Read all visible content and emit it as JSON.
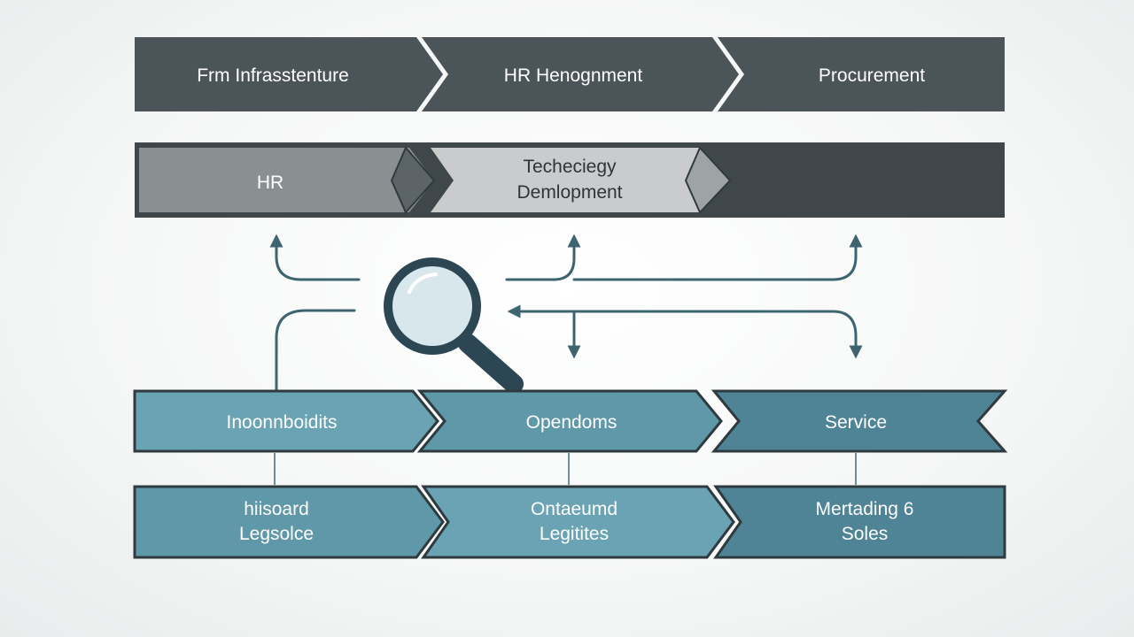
{
  "diagram": {
    "colors": {
      "dark_band": "#4b5458",
      "mid_gray": "#8a9092",
      "light_gray": "#c9cbcc",
      "teal": "#5f98a8",
      "teal_light": "#6aa3b3",
      "teal_dark": "#4f8496",
      "outline": "#2f3a3f",
      "connector": "#3e6470",
      "magnifier": "#2c4653"
    },
    "rows": {
      "infrastructure": {
        "segments": [
          {
            "label": "Frm Infrasstenture"
          },
          {
            "label": "HR Henognment"
          },
          {
            "label": "Procurement"
          }
        ]
      },
      "support": {
        "segments": [
          {
            "label": "HR"
          },
          {
            "label_line1": "Techeciegy",
            "label_line2": "Demlopment"
          },
          {
            "label": ""
          }
        ]
      },
      "primary": {
        "segments": [
          {
            "label": "Inoonnboidits"
          },
          {
            "label": "Opendoms"
          },
          {
            "label": "Service"
          }
        ]
      },
      "secondary": {
        "segments": [
          {
            "label_line1": "hiisoard",
            "label_line2": "Legsolce"
          },
          {
            "label_line1": "Ontaeumd",
            "label_line2": "Legitites"
          },
          {
            "label_line1": "Mertading 6",
            "label_line2": "Soles"
          }
        ]
      }
    },
    "icons": {
      "magnifier": "magnifying-glass-icon"
    }
  }
}
